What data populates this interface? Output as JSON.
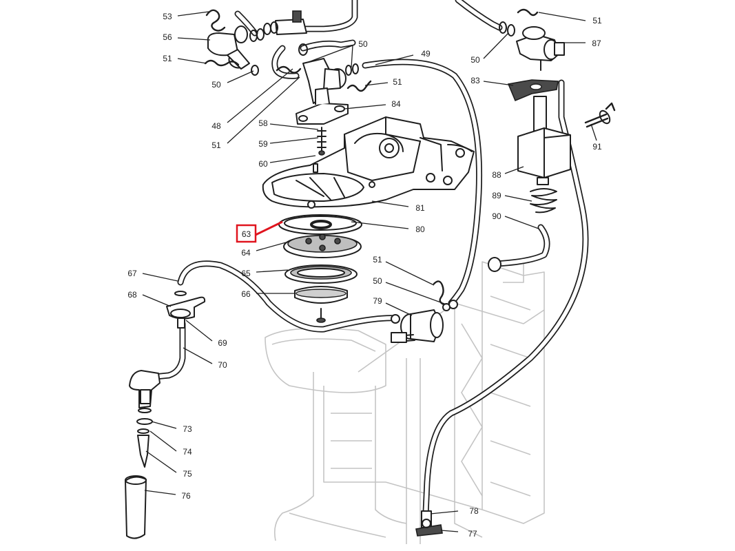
{
  "highlight": {
    "label": "63",
    "color": "#e0141e"
  },
  "callouts": [
    {
      "label": "53",
      "side": "left"
    },
    {
      "label": "56",
      "side": "left"
    },
    {
      "label": "51",
      "side": "left"
    },
    {
      "label": "50",
      "side": "left"
    },
    {
      "label": "48",
      "side": "left"
    },
    {
      "label": "51",
      "side": "left"
    },
    {
      "label": "50",
      "side": "right"
    },
    {
      "label": "49",
      "side": "right"
    },
    {
      "label": "51",
      "side": "right"
    },
    {
      "label": "84",
      "side": "right"
    },
    {
      "label": "58",
      "side": "left"
    },
    {
      "label": "59",
      "side": "left"
    },
    {
      "label": "60",
      "side": "left"
    },
    {
      "label": "81",
      "side": "right"
    },
    {
      "label": "80",
      "side": "right"
    },
    {
      "label": "64",
      "side": "left"
    },
    {
      "label": "65",
      "side": "left"
    },
    {
      "label": "66",
      "side": "left"
    },
    {
      "label": "51",
      "side": "left"
    },
    {
      "label": "50",
      "side": "left"
    },
    {
      "label": "79",
      "side": "left"
    },
    {
      "label": "67",
      "side": "left"
    },
    {
      "label": "68",
      "side": "left"
    },
    {
      "label": "69",
      "side": "right"
    },
    {
      "label": "70",
      "side": "right"
    },
    {
      "label": "73",
      "side": "right"
    },
    {
      "label": "74",
      "side": "right"
    },
    {
      "label": "75",
      "side": "right"
    },
    {
      "label": "76",
      "side": "right"
    },
    {
      "label": "51",
      "side": "right"
    },
    {
      "label": "87",
      "side": "right"
    },
    {
      "label": "50",
      "side": "left"
    },
    {
      "label": "83",
      "side": "left"
    },
    {
      "label": "91",
      "side": "right"
    },
    {
      "label": "88",
      "side": "left"
    },
    {
      "label": "89",
      "side": "left"
    },
    {
      "label": "90",
      "side": "left"
    },
    {
      "label": "78",
      "side": "right"
    },
    {
      "label": "77",
      "side": "right"
    }
  ]
}
